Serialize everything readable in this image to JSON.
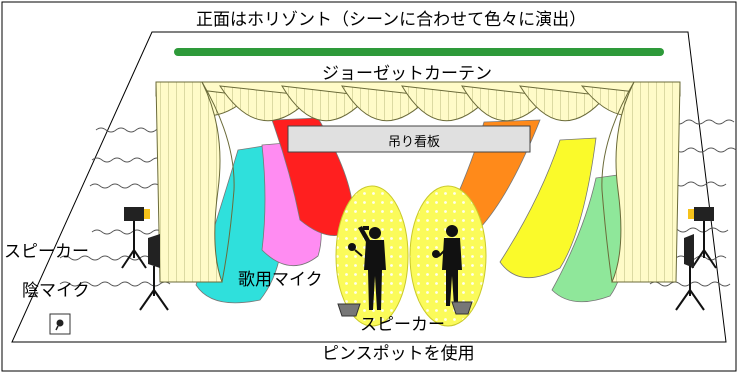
{
  "labels": {
    "top": "正面はホリゾント（シーンに合わせて色々に演出）",
    "georgette_curtain": "ジョーゼットカーテン",
    "hanging_sign": "吊り看板",
    "speaker_left": "スピーカー",
    "hidden_mic": "陰マイク",
    "song_mic": "歌用マイク",
    "speaker_center": "スピーカー",
    "pin_spot": "ピンスポットを使用"
  },
  "colors": {
    "horizon_bar": "#2e9a3a",
    "curtain_fill": "#fffbc8",
    "curtain_line": "#6b6b3a",
    "sign_fill": "#e0e0e0",
    "spot_fill": "#fbfb5a",
    "beams": [
      "#2fe0dc",
      "#ff8cf2",
      "#ff1f1f",
      "#ff8a1a",
      "#fafa2a",
      "#8fe79a"
    ]
  },
  "icons": [
    "speaker-icon",
    "microphone-icon",
    "performer-icon",
    "mic-stand-icon"
  ]
}
